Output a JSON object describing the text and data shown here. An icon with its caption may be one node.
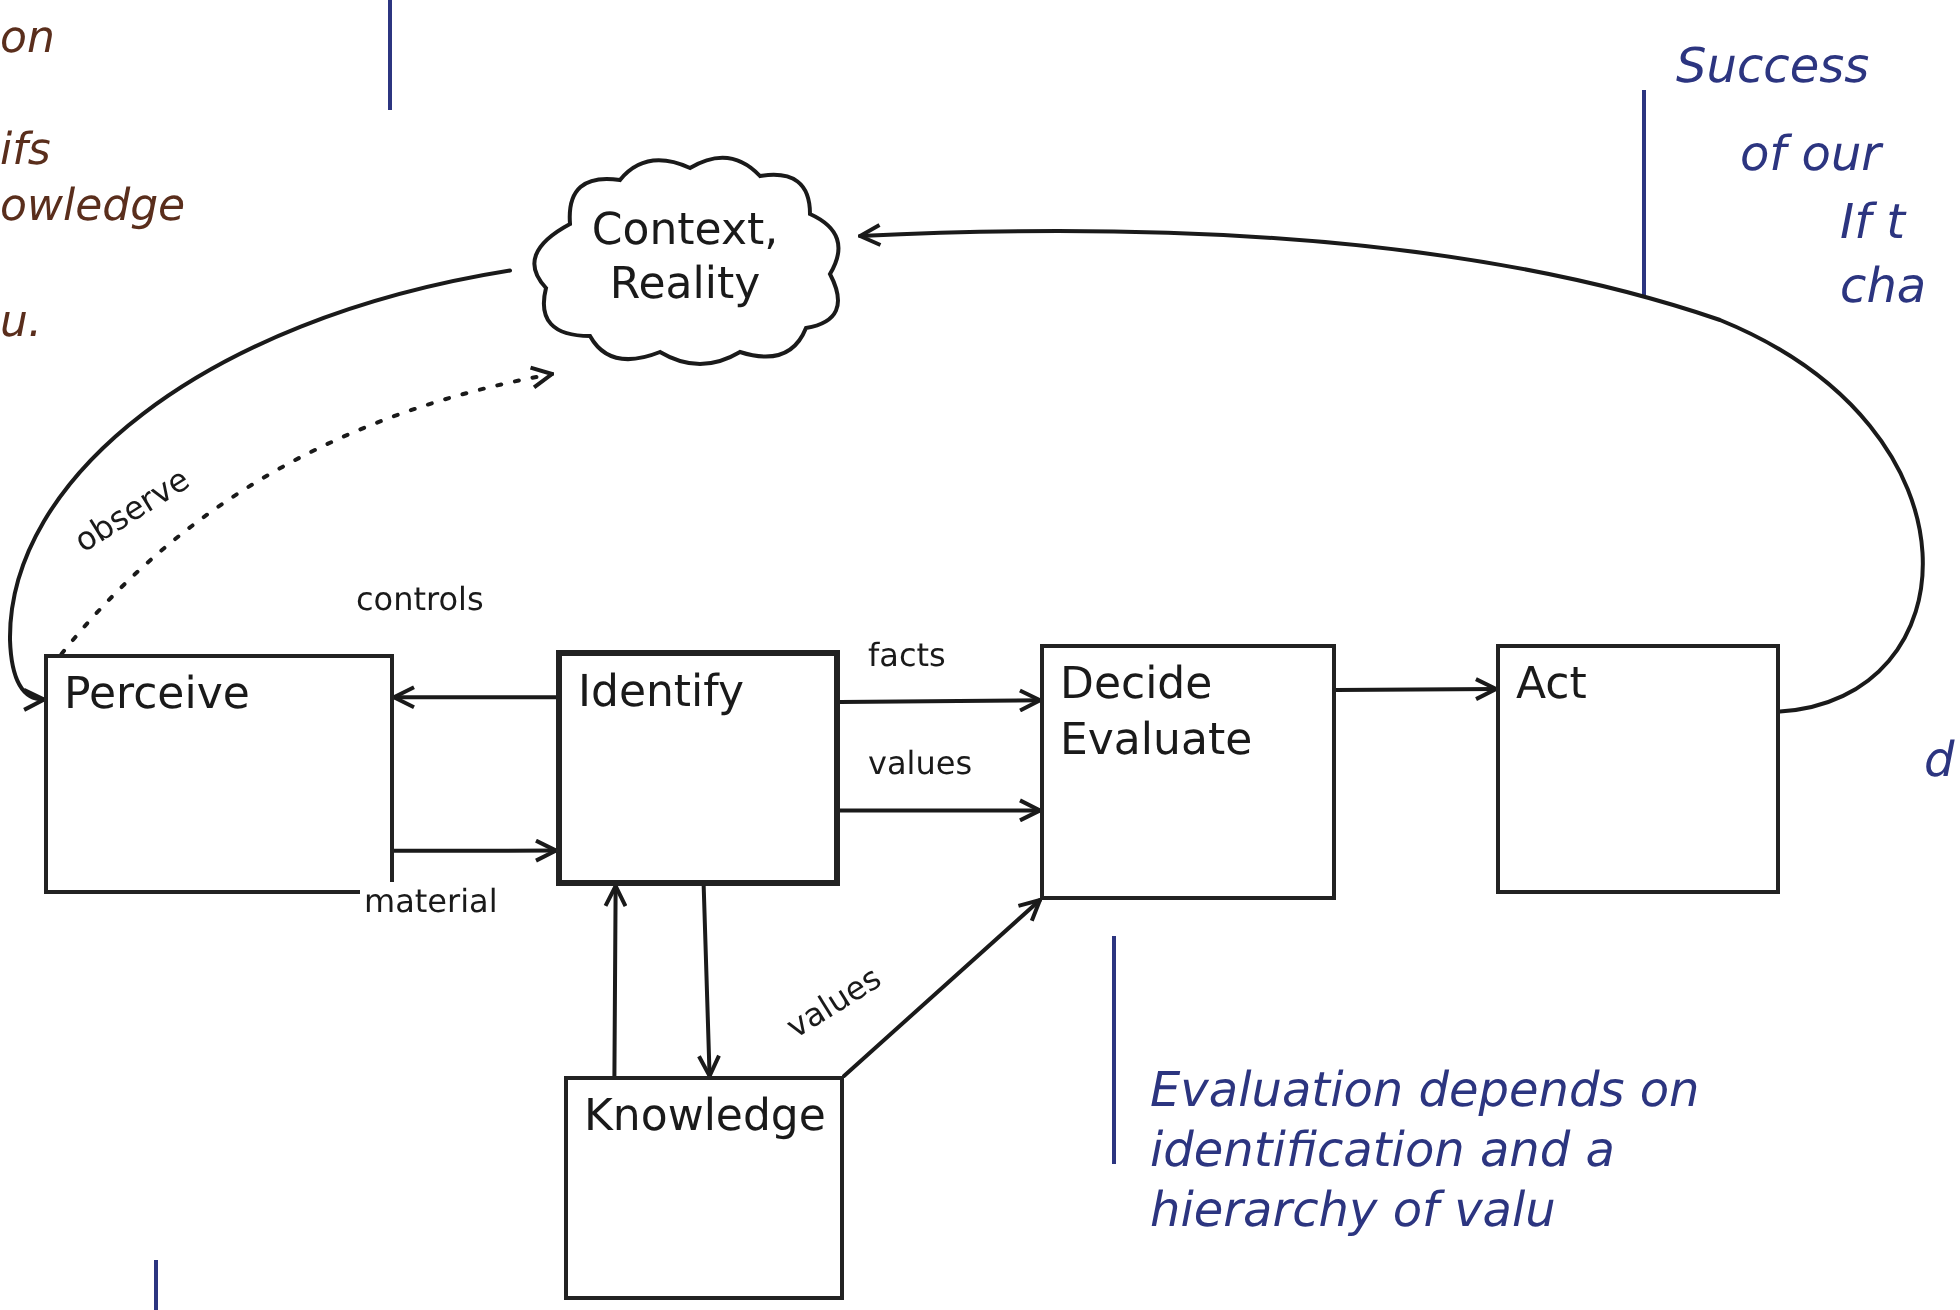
{
  "diagram": {
    "nodes": [
      {
        "text": [
          "Context, Reality"
        ]
      },
      {
        "text": [
          "Perceive"
        ]
      },
      {
        "text": [
          "Identify"
        ]
      },
      {
        "text": [
          "Decide",
          "Evaluate"
        ]
      },
      {
        "text": [
          "Act"
        ]
      },
      {
        "text": [
          "Knowledge"
        ]
      }
    ],
    "edges": [
      {
        "from": 4,
        "to": 0,
        "arrow": "to"
      },
      {
        "from": 0,
        "to": 1,
        "arrow": "to"
      },
      {
        "from": 1,
        "to": 0,
        "arrow": "to",
        "label": "observe",
        "style": "dashed"
      },
      {
        "from": 2,
        "to": 1,
        "arrow": "to",
        "label": "controls"
      },
      {
        "from": 1,
        "to": 2,
        "arrow": "to",
        "label": "material"
      },
      {
        "from": 2,
        "to": 3,
        "arrow": "to",
        "label": "facts"
      },
      {
        "from": 2,
        "to": 3,
        "arrow": "to",
        "label": "values"
      },
      {
        "from": 5,
        "to": 2,
        "arrow": "to"
      },
      {
        "from": 2,
        "to": 5,
        "arrow": "to"
      },
      {
        "from": 5,
        "to": 3,
        "arrow": "to",
        "label": "values"
      },
      {
        "from": 3,
        "to": 4,
        "arrow": "to"
      }
    ],
    "labels": [
      "on",
      "ifs",
      "owledge",
      "u.",
      "Success",
      "of our",
      "If t",
      "cha",
      "d",
      "Evaluation depends on identification and a hierarchy of valu"
    ]
  }
}
